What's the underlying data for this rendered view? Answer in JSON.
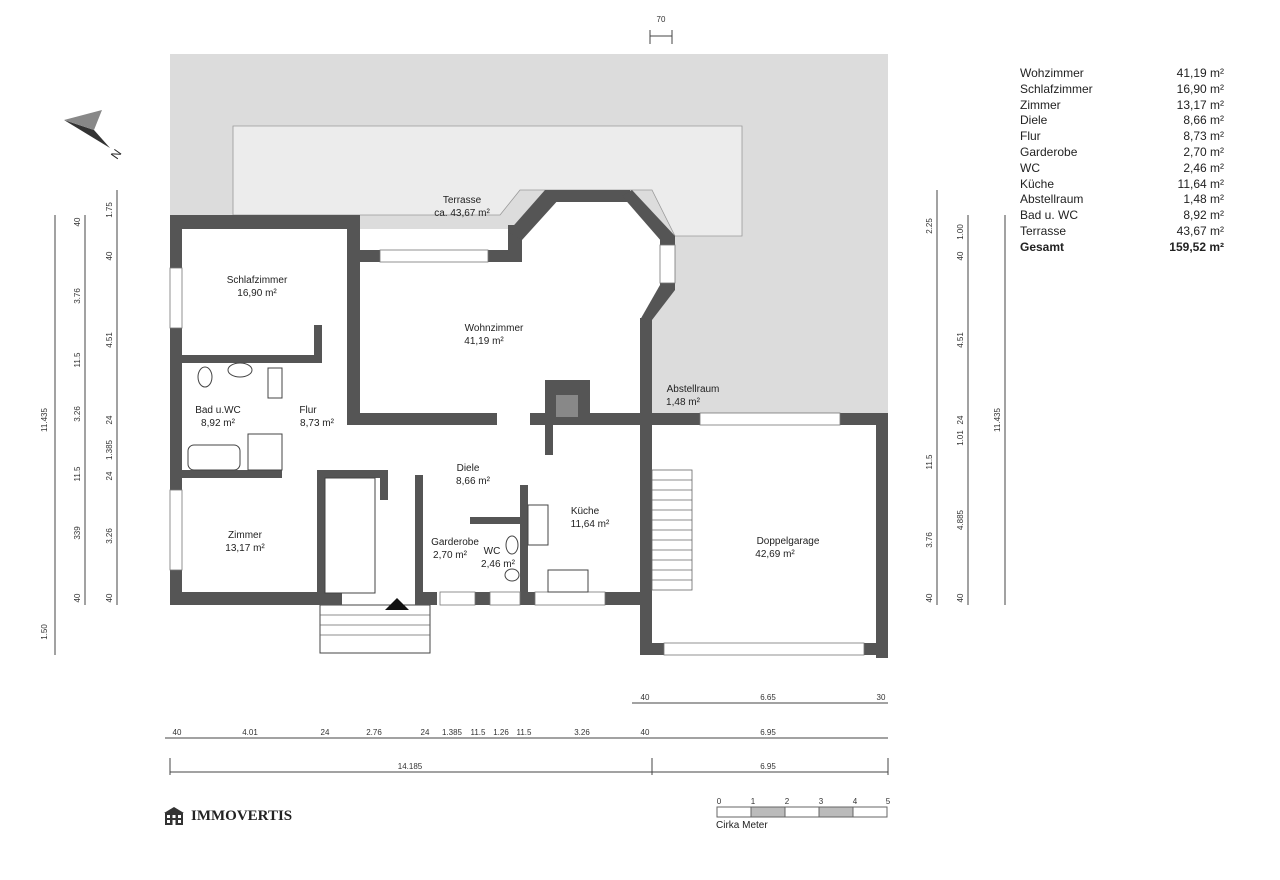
{
  "area_table": [
    {
      "room": "Wohzimmer",
      "area": "41,19 m²"
    },
    {
      "room": "Schlafzimmer",
      "area": "16,90 m²"
    },
    {
      "room": "Zimmer",
      "area": "13,17 m²"
    },
    {
      "room": "Diele",
      "area": "8,66 m²"
    },
    {
      "room": "Flur",
      "area": "8,73 m²"
    },
    {
      "room": "Garderobe",
      "area": "2,70 m²"
    },
    {
      "room": "WC",
      "area": "2,46 m²"
    },
    {
      "room": "Küche",
      "area": "11,64 m²"
    },
    {
      "room": "Abstellraum",
      "area": "1,48 m²"
    },
    {
      "room": "Bad u. WC",
      "area": "8,92 m²"
    },
    {
      "room": "Terrasse",
      "area": "43,67 m²"
    }
  ],
  "total": {
    "label": "Gesamt",
    "area": "159,52 m²"
  },
  "rooms": {
    "terrasse": {
      "name": "Terrasse",
      "area": "ca. 43,67 m²"
    },
    "schlafzimmer": {
      "name": "Schlafzimmer",
      "area": "16,90 m²"
    },
    "wohnzimmer": {
      "name": "Wohnzimmer",
      "area": "41,19 m²"
    },
    "abstellraum": {
      "name": "Abstellraum",
      "area": "1,48 m²"
    },
    "bad": {
      "name": "Bad u.WC",
      "area": "8,92 m²"
    },
    "flur": {
      "name": "Flur",
      "area": "8,73 m²"
    },
    "diele": {
      "name": "Diele",
      "area": "8,66 m²"
    },
    "kueche": {
      "name": "Küche",
      "area": "11,64 m²"
    },
    "garderobe": {
      "name": "Garderobe",
      "area": "2,70 m²"
    },
    "wc": {
      "name": "WC",
      "area": "2,46 m²"
    },
    "zimmer": {
      "name": "Zimmer",
      "area": "13,17 m²"
    },
    "garage": {
      "name": "Doppelgarage",
      "area": "42,69 m²"
    }
  },
  "dimensions": {
    "top": "70",
    "bottom_row1": [
      "40",
      "6.65",
      "30"
    ],
    "bottom_row2": [
      "40",
      "4.01",
      "24",
      "2.76",
      "24",
      "1.385",
      "11.5",
      "1.26",
      "11.5",
      "3.26",
      "40",
      "6.95"
    ],
    "bottom_row3": [
      "14.185",
      "6.95"
    ],
    "left_outer": [
      "11.435",
      "1.50"
    ],
    "left_col1": [
      "40",
      "3.76",
      "11.5",
      "3.26",
      "11.5",
      "339",
      "40"
    ],
    "left_col2": [
      "1.75",
      "40",
      "4.51",
      "24",
      "1.385",
      "24",
      "3.26",
      "40"
    ],
    "right_col1": [
      "2.25",
      "11.5",
      "3.76",
      "40"
    ],
    "right_col2": [
      "1.00",
      "40",
      "4.51",
      "24",
      "1.01",
      "4.885",
      "40"
    ],
    "right_outer": [
      "11.435"
    ]
  },
  "compass": {
    "label": "N"
  },
  "scale": {
    "ticks": [
      "0",
      "1",
      "2",
      "3",
      "4",
      "5"
    ],
    "label": "Cirka Meter"
  },
  "brand": {
    "name": "IMMOVERTIS"
  }
}
